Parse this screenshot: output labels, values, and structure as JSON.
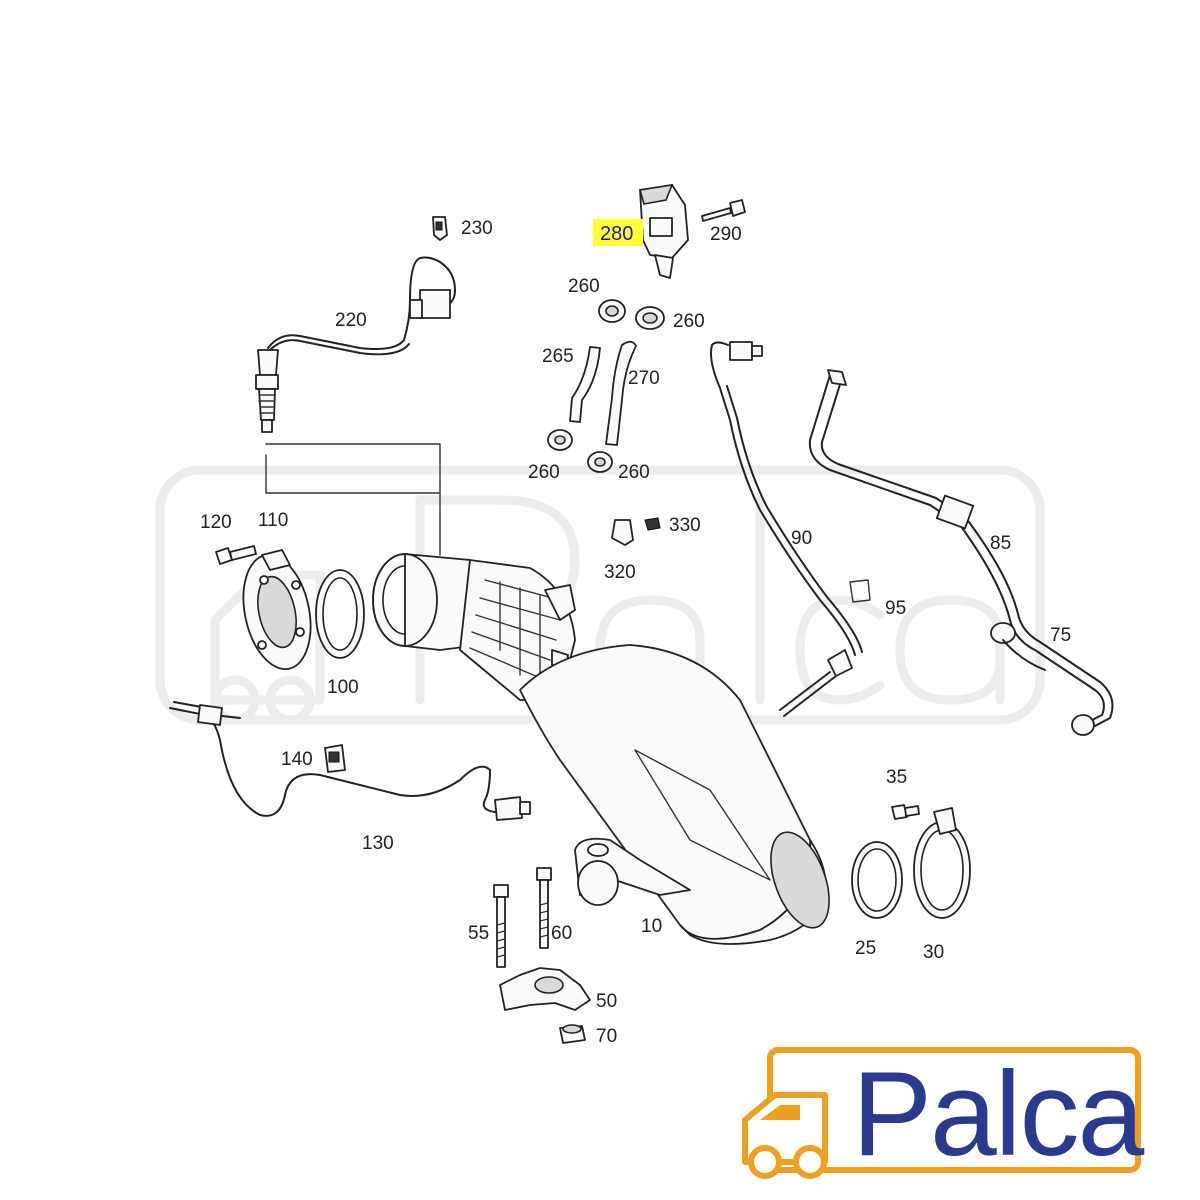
{
  "diagram": {
    "highlighted_part": "280",
    "highlight_color": "#ffff33",
    "labels": {
      "p10": "10",
      "p25": "25",
      "p30": "30",
      "p35": "35",
      "p50": "50",
      "p55": "55",
      "p60": "60",
      "p70": "70",
      "p75": "75",
      "p85": "85",
      "p90": "90",
      "p95": "95",
      "p100": "100",
      "p110": "110",
      "p120": "120",
      "p130": "130",
      "p140": "140",
      "p220": "220",
      "p230": "230",
      "p260a": "260",
      "p260b": "260",
      "p260c": "260",
      "p260d": "260",
      "p265": "265",
      "p270": "270",
      "p280": "280",
      "p290": "290",
      "p320": "320",
      "p330": "330"
    }
  },
  "logo": {
    "text": "Palca",
    "text_color": "#2a3a8f",
    "truck_color": "#f0a020"
  },
  "watermark": {
    "text": "Palca"
  }
}
